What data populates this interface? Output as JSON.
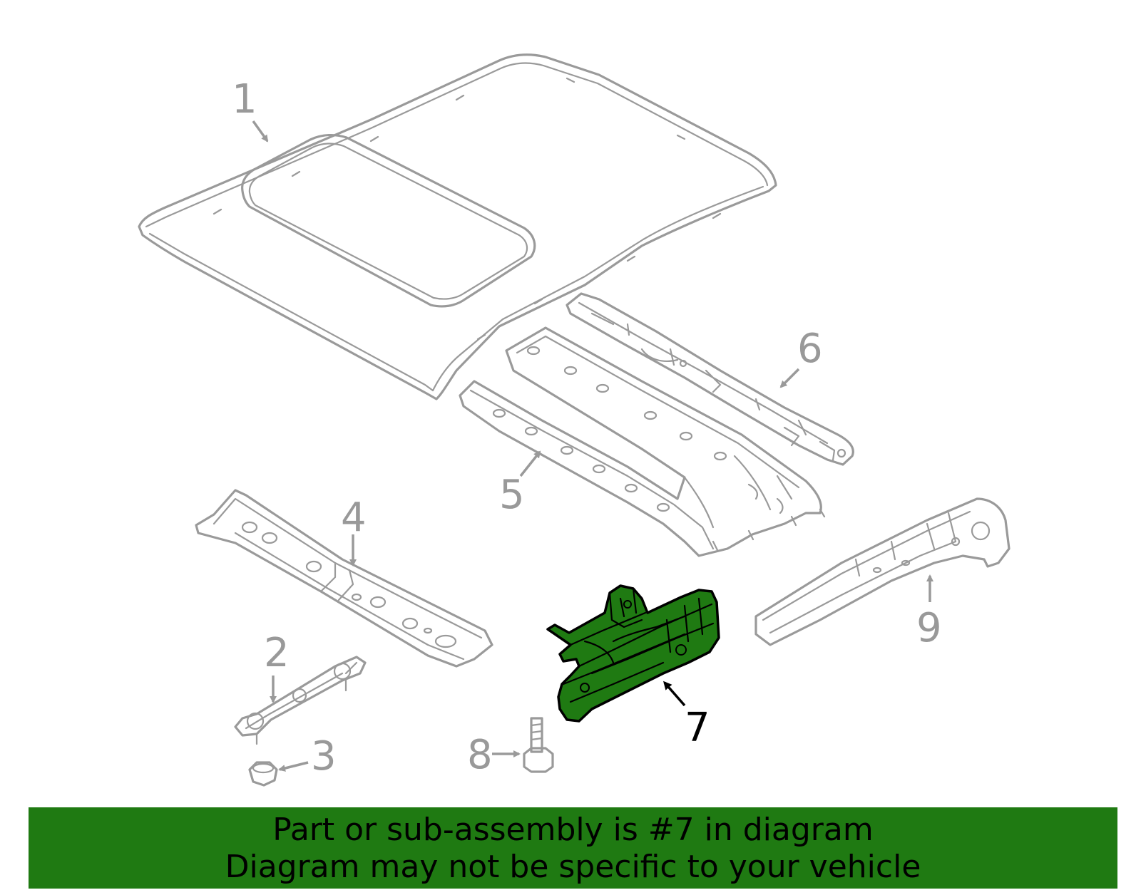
{
  "callouts": {
    "c1": "1",
    "c2": "2",
    "c3": "3",
    "c4": "4",
    "c5": "5",
    "c6": "6",
    "c7": "7",
    "c8": "8",
    "c9": "9"
  },
  "highlighted_part": "7",
  "banner": {
    "line1": "Part or sub-assembly is #7 in diagram",
    "line2": "Diagram may not be specific to your vehicle"
  },
  "colors": {
    "highlight": "#1f7a12",
    "linework": "#9a9a9a",
    "callout_text": "#999999",
    "highlight_outline": "#000000"
  }
}
